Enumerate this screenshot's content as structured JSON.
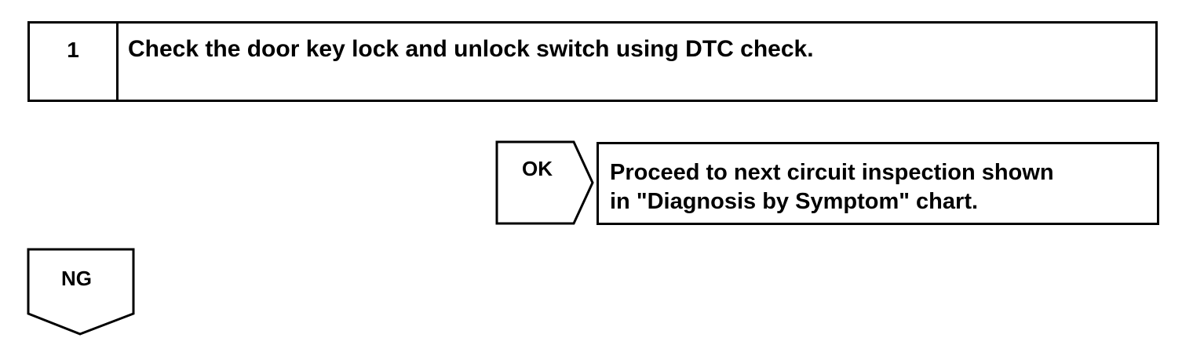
{
  "step": {
    "number": "1",
    "text": "Check the door key lock and unlock switch using DTC check."
  },
  "ok_branch": {
    "label": "OK",
    "result_line1": "Proceed to next circuit inspection shown",
    "result_line2": "in \"Diagnosis by Symptom\" chart."
  },
  "ng_branch": {
    "label": "NG"
  }
}
